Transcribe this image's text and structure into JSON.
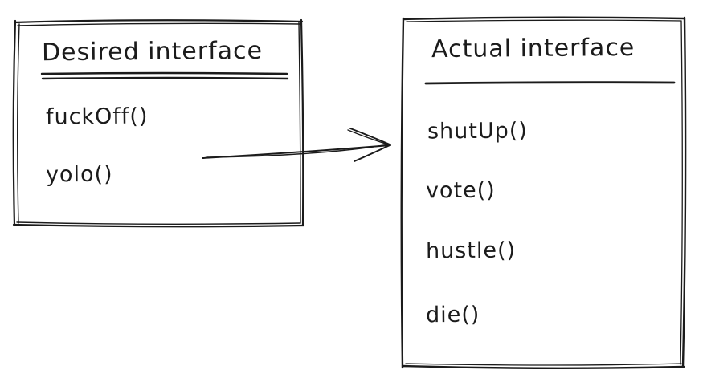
{
  "canvas": {
    "background": "#ffffff",
    "stroke_color": "#1b1b1b"
  },
  "desired_interface": {
    "title": "Desired interface",
    "methods": [
      "fuckOff()",
      "yolo()"
    ]
  },
  "actual_interface": {
    "title": "Actual interface",
    "methods": [
      "shutUp()",
      "vote()",
      "hustle()",
      "die()"
    ]
  },
  "arrow": {
    "direction": "left-to-right"
  }
}
